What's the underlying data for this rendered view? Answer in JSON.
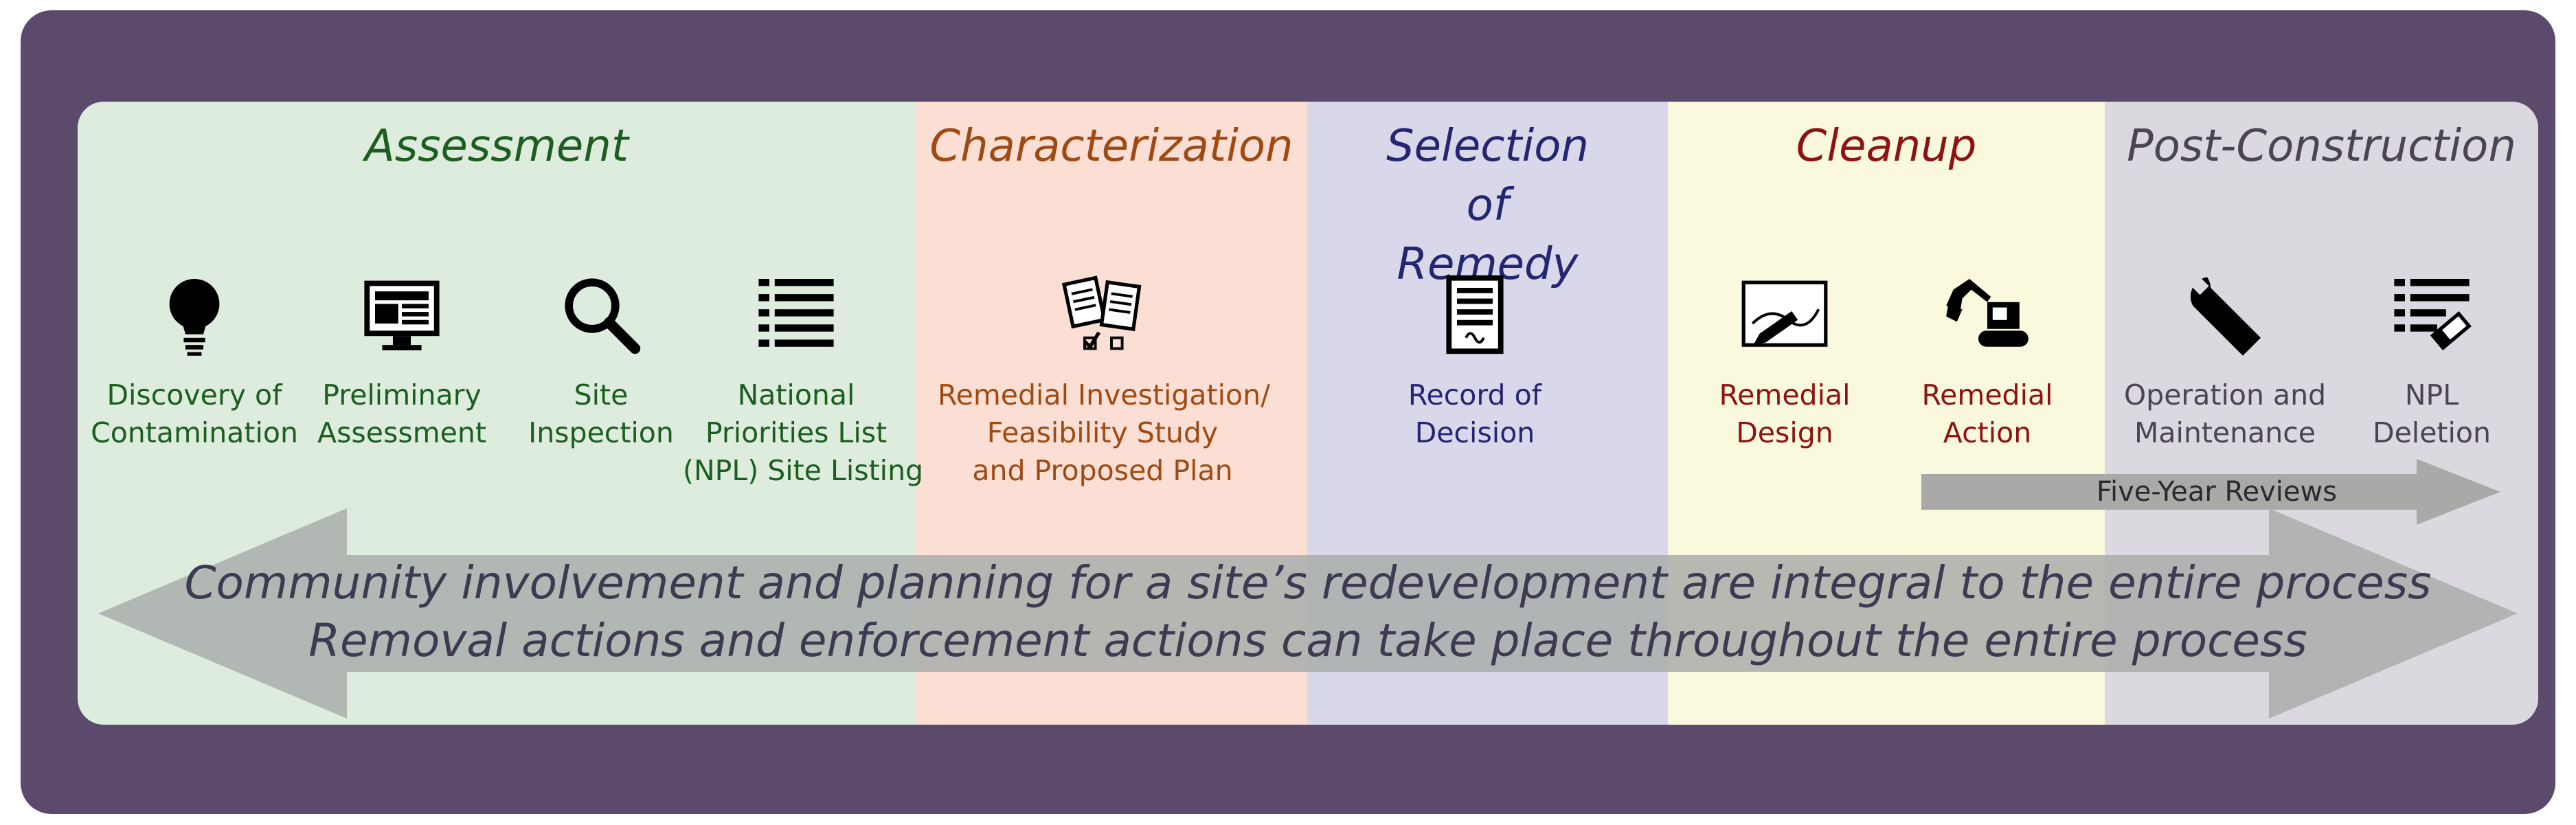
{
  "phases": {
    "assessment": "Assessment",
    "characterization": "Characterization",
    "selection": "Selection of Remedy",
    "cleanup": "Cleanup",
    "post_construction": "Post-Construction"
  },
  "steps": {
    "discovery": [
      "Discovery of",
      "Contamination"
    ],
    "preliminary": [
      "Preliminary",
      "Assessment"
    ],
    "site_inspection": [
      "Site",
      "Inspection"
    ],
    "npl_listing": [
      "National",
      "Priorities List",
      "(NPL) Site Listing"
    ],
    "ri_fs": [
      "Remedial Investigation/",
      "Feasibility Study",
      "and Proposed Plan"
    ],
    "rod": [
      "Record of",
      "Decision"
    ],
    "remedial_design": [
      "Remedial",
      "Design"
    ],
    "remedial_action": [
      "Remedial",
      "Action"
    ],
    "om": [
      "Operation and",
      "Maintenance"
    ],
    "npl_deletion": [
      "NPL",
      "Deletion"
    ]
  },
  "five_year_reviews": "Five-Year Reviews",
  "messages": {
    "line1": "Community involvement and planning for a site’s redevelopment are integral to the entire process",
    "line2": "Removal actions and enforcement actions can take place throughout the entire process"
  },
  "icons": {
    "discovery": "lightbulb-icon",
    "preliminary": "computer-monitor-icon",
    "site_inspection": "magnifying-glass-icon",
    "npl_listing": "list-icon",
    "ri_fs": "documents-checkbox-icon",
    "rod": "certificate-document-icon",
    "remedial_design": "drawing-icon",
    "remedial_action": "excavator-icon",
    "om": "wrench-icon",
    "npl_deletion": "list-eraser-icon"
  },
  "colors": {
    "frame": "#5b4a6b",
    "assessment": "#1b5e20",
    "characterization": "#a04a13",
    "selection": "#232670",
    "cleanup": "#8b1313",
    "post_construction": "#4a4453"
  }
}
